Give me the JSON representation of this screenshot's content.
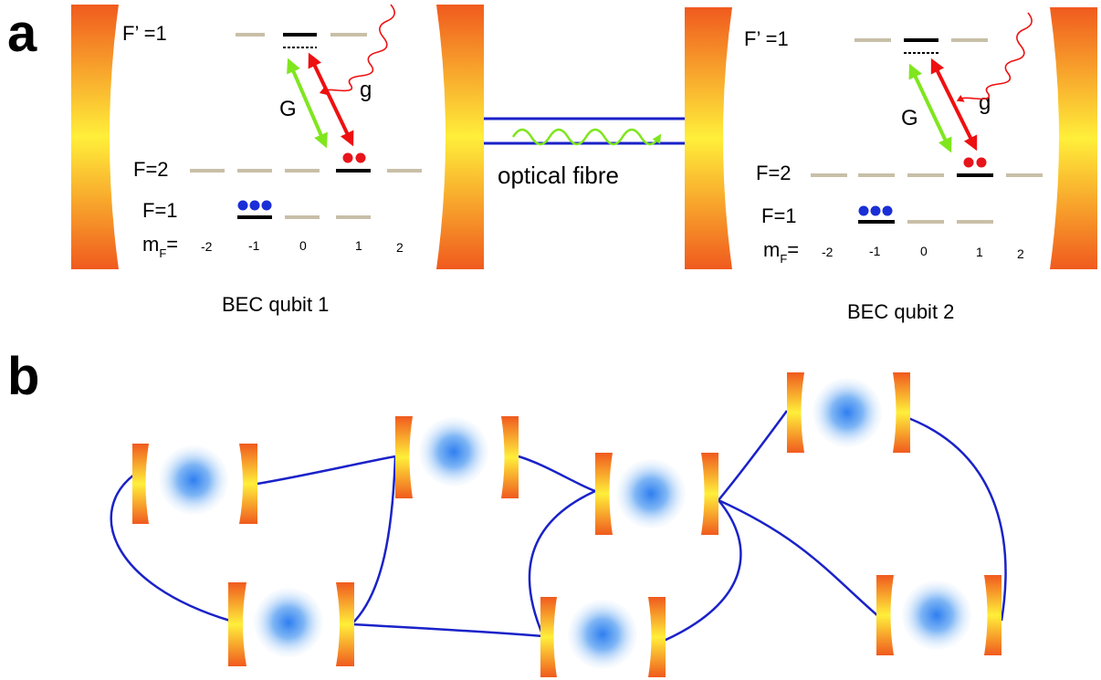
{
  "panel_a": {
    "letter": "a",
    "fibre_label": "optical  fibre",
    "qubit1": {
      "caption": "BEC qubit 1",
      "excited_label": "F’ =1",
      "upper_label": "F=2",
      "lower_label": "F=1",
      "mf_label_main": "m",
      "mf_label_sub": "F",
      "mf_label_eq": "=",
      "mf_ticks": [
        "-2",
        "-1",
        "0",
        "1",
        "2"
      ],
      "coupling_strong": "G",
      "coupling_cavity": "g"
    },
    "qubit2": {
      "caption": "BEC qubit 2",
      "excited_label": "F’ =1",
      "upper_label": "F=2",
      "lower_label": "F=1",
      "mf_label_main": "m",
      "mf_label_sub": "F",
      "mf_label_eq": "=",
      "mf_ticks": [
        "-2",
        "-1",
        "0",
        "1",
        "2"
      ],
      "coupling_strong": "G",
      "coupling_cavity": "g"
    }
  },
  "panel_b": {
    "letter": "b"
  },
  "colors": {
    "mirror_edge": "#f05a1e",
    "mirror_center": "#ffef3a",
    "level_inactive": "#c8bfa8",
    "level_active": "#000000",
    "atom_blue": "#1a2fd6",
    "atom_red": "#e8141b",
    "arrow_green": "#7fe61e",
    "arrow_red": "#ee1010",
    "fibre_blue": "#1a22c8",
    "bec_blue": "#2f7ff0"
  }
}
